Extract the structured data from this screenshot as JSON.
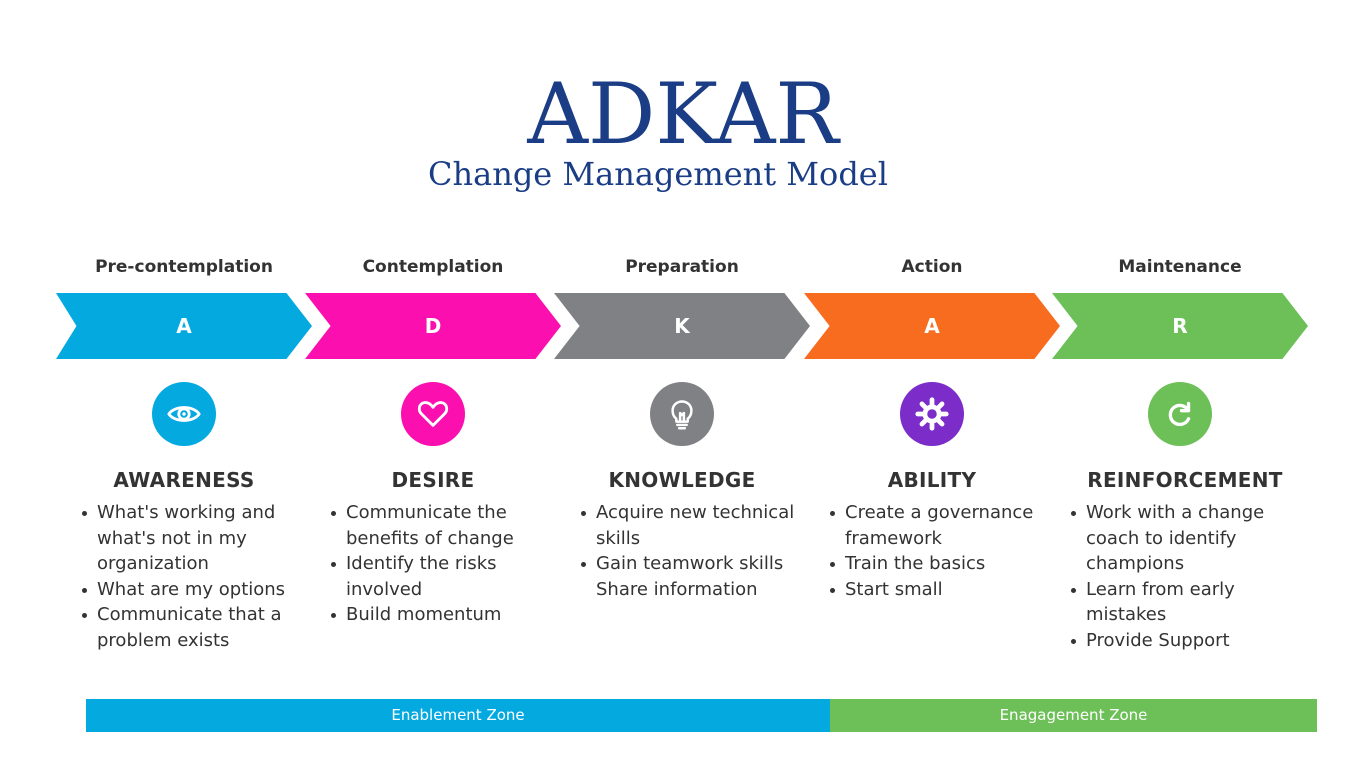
{
  "title": "ADKAR",
  "subtitle": "Change Management Model",
  "colors": {
    "title": "#1a3d85",
    "awareness": "#03a9df",
    "desire": "#fb0faf",
    "knowledge": "#808184",
    "ability_chevron": "#f86c1f",
    "ability_icon": "#7b2cc9",
    "reinforcement": "#6cc057"
  },
  "phases": [
    {
      "stage": "Pre-contemplation",
      "letter": "A",
      "icon": "eye-icon",
      "heading": "AWARENESS",
      "bullets": [
        "What's working and what's not in my organization",
        "What are my options",
        "Communicate that a problem exists"
      ]
    },
    {
      "stage": "Contemplation",
      "letter": "D",
      "icon": "heart-icon",
      "heading": "DESIRE",
      "bullets": [
        "Communicate the benefits of change",
        "Identify the risks involved",
        "Build momentum"
      ]
    },
    {
      "stage": "Preparation",
      "letter": "K",
      "icon": "lightbulb-icon",
      "heading": "KNOWLEDGE",
      "bullets": [
        "Acquire new technical skills",
        "Gain teamwork skills",
        "Share information"
      ]
    },
    {
      "stage": "Action",
      "letter": "A",
      "icon": "gear-icon",
      "heading": "ABILITY",
      "bullets": [
        "Create a governance framework",
        "Train the basics",
        "Start small"
      ]
    },
    {
      "stage": "Maintenance",
      "letter": "R",
      "icon": "refresh-icon",
      "heading": "REINFORCEMENT",
      "bullets": [
        "Work with a change coach to identify champions",
        "Learn from early mistakes",
        "Provide Support"
      ]
    }
  ],
  "zones": [
    {
      "label": "Enablement Zone",
      "color": "#03a9df"
    },
    {
      "label": "Enagagement Zone",
      "color": "#6cc057"
    }
  ]
}
